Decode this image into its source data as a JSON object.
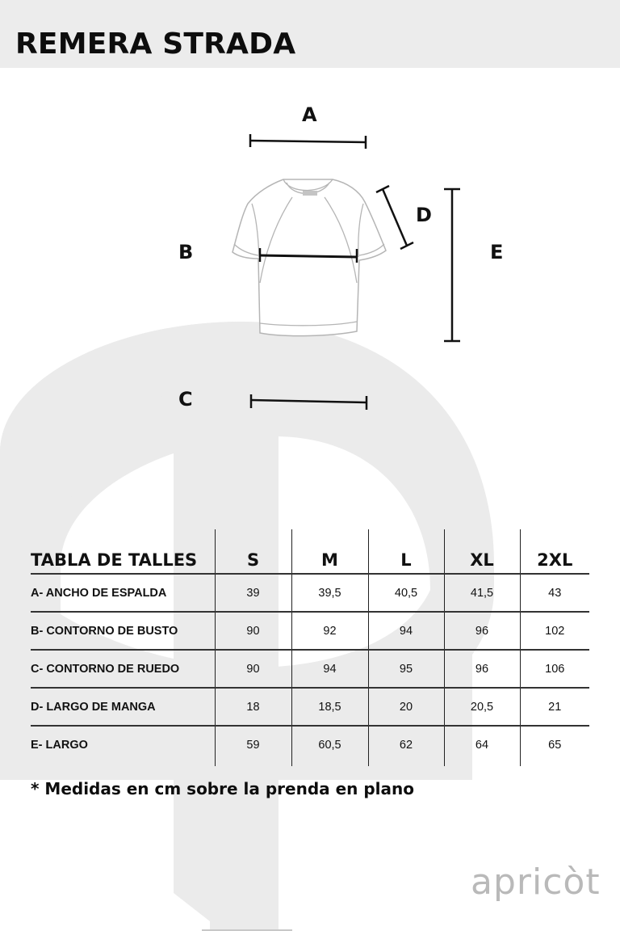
{
  "header": {
    "title": "REMERA STRADA"
  },
  "diagram": {
    "labels": {
      "a": "A",
      "b": "B",
      "c": "C",
      "d": "D",
      "e": "E"
    },
    "icon": "tshirt-outline"
  },
  "size_table": {
    "title": "TABLA DE TALLES",
    "sizes": [
      "S",
      "M",
      "L",
      "XL",
      "2XL"
    ],
    "rows": [
      {
        "label": "A- ANCHO DE ESPALDA",
        "values": [
          "39",
          "39,5",
          "40,5",
          "41,5",
          "43"
        ]
      },
      {
        "label": "B- CONTORNO DE BUSTO",
        "values": [
          "90",
          "92",
          "94",
          "96",
          "102"
        ]
      },
      {
        "label": "C- CONTORNO DE RUEDO",
        "values": [
          "90",
          "94",
          "95",
          "96",
          "106"
        ]
      },
      {
        "label": "D- LARGO DE MANGA",
        "values": [
          "18",
          "18,5",
          "20",
          "20,5",
          "21"
        ]
      },
      {
        "label": "E- LARGO",
        "values": [
          "59",
          "60,5",
          "62",
          "64",
          "65"
        ]
      }
    ]
  },
  "footnote": "* Medidas en cm sobre la prenda en plano",
  "brand": {
    "logo_text": "apricòt"
  },
  "colors": {
    "header_bg": "#ececec",
    "watermark": "#ebebeb",
    "text": "#111111",
    "brand_gray": "#b9b9b9"
  }
}
